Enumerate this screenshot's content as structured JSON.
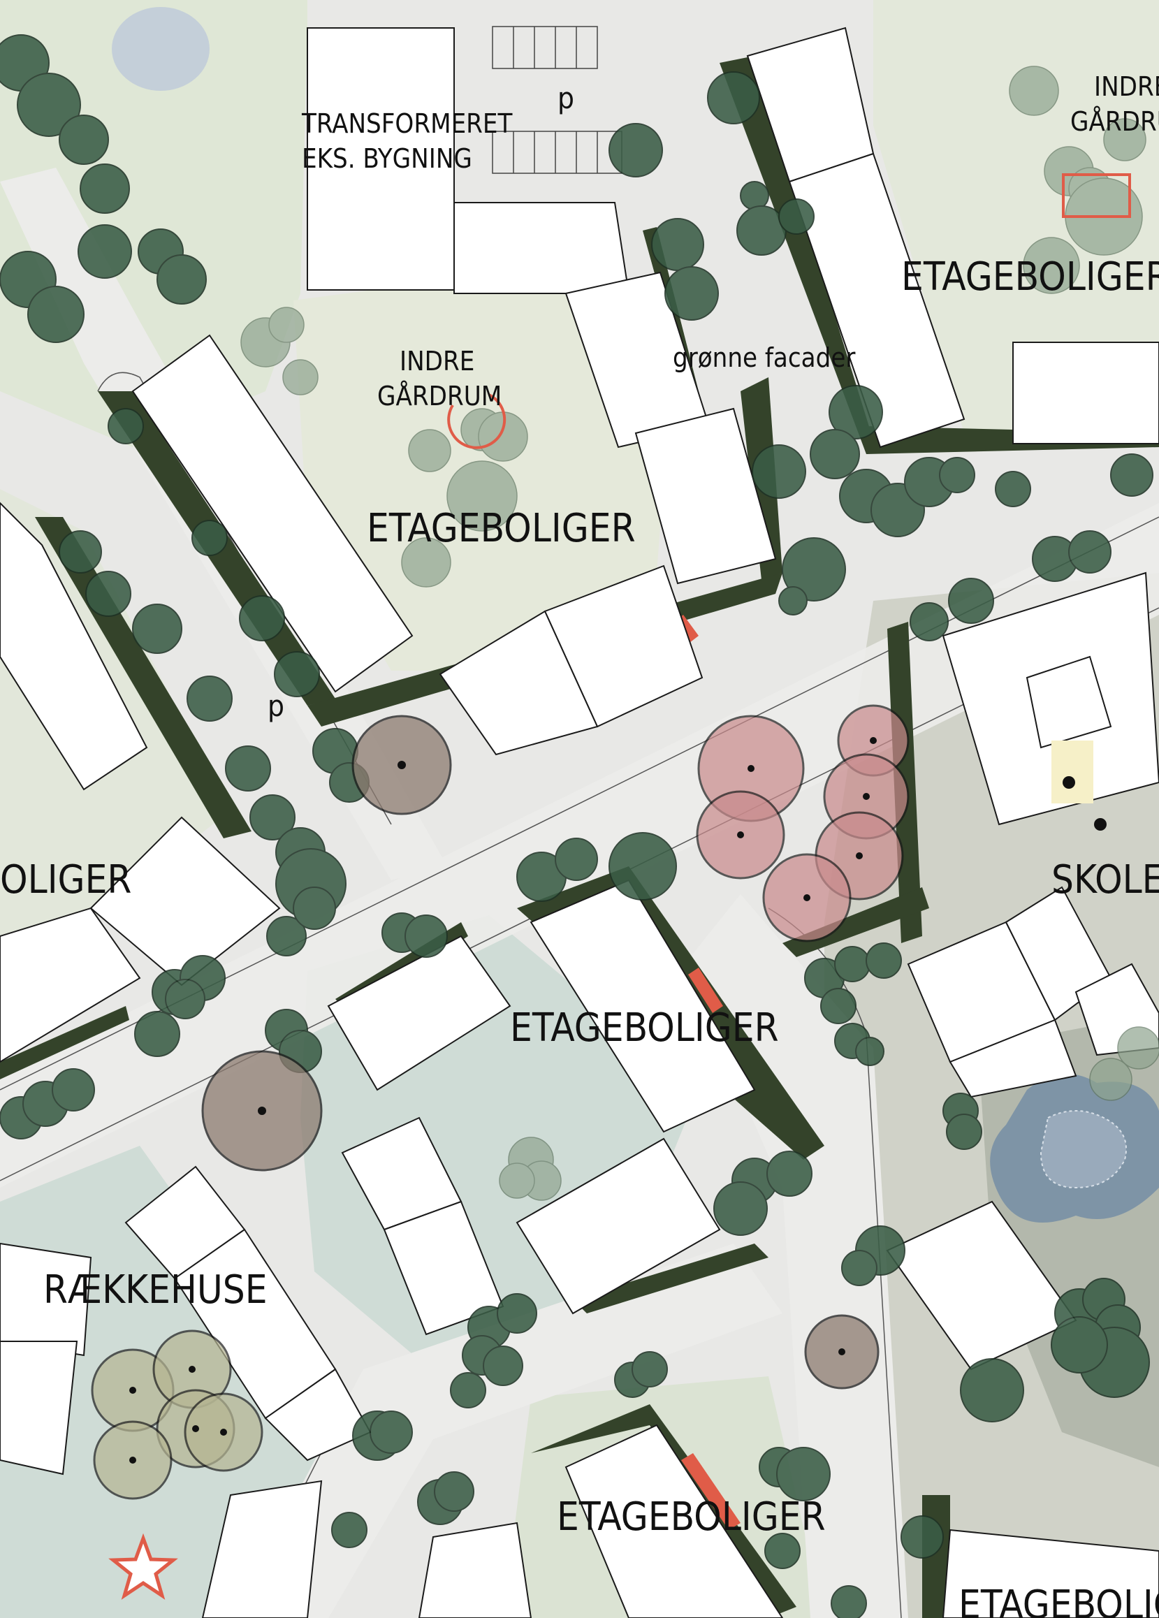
{
  "labels": {
    "transformeret_1": "TRANSFORMERET",
    "transformeret_2": "EKS. BYGNING",
    "parking": "p",
    "indre_top_1": "INDRE",
    "indre_top_2": "GÅRDRUM",
    "indre_mid_1": "INDRE",
    "indre_mid_2": "GÅRDRUM",
    "etageboliger_ne": "ETAGEBOLIGER",
    "etageboliger_center": "ETAGEBOLIGER",
    "etageboliger_mid": "ETAGEBOLIGER",
    "etageboliger_south": "ETAGEBOLIGER",
    "etageboliger_se": "ETAGEBOLIG",
    "boliger_west": "OLIGER",
    "gronne_facader": "grønne facader",
    "skole": "SKOLE",
    "raekkehuse": "RÆKKEHUSE"
  },
  "colors": {
    "road": "#e7e7e5",
    "park": "#dfe7d6",
    "court": "#e5e9da",
    "teal_court": "#cfdcd6",
    "grass_dark": "#c3cdb6",
    "building": "#ffffff",
    "building_stroke": "#1a1a1a",
    "hedge": "#34432a",
    "tree": "#3a5d46",
    "tree_light": "#9caf9c",
    "accent_red": "#e05c48",
    "pink_tree": "#c98a8c",
    "brown_tree": "#8c7b70",
    "olive_tree": "#b5b592",
    "pond": "#7e94a6",
    "school_ground": "#c9cbbf"
  },
  "icons": {
    "star": "star-icon",
    "marker_square": "square-marker-icon",
    "marker_circle": "circle-marker-icon"
  }
}
